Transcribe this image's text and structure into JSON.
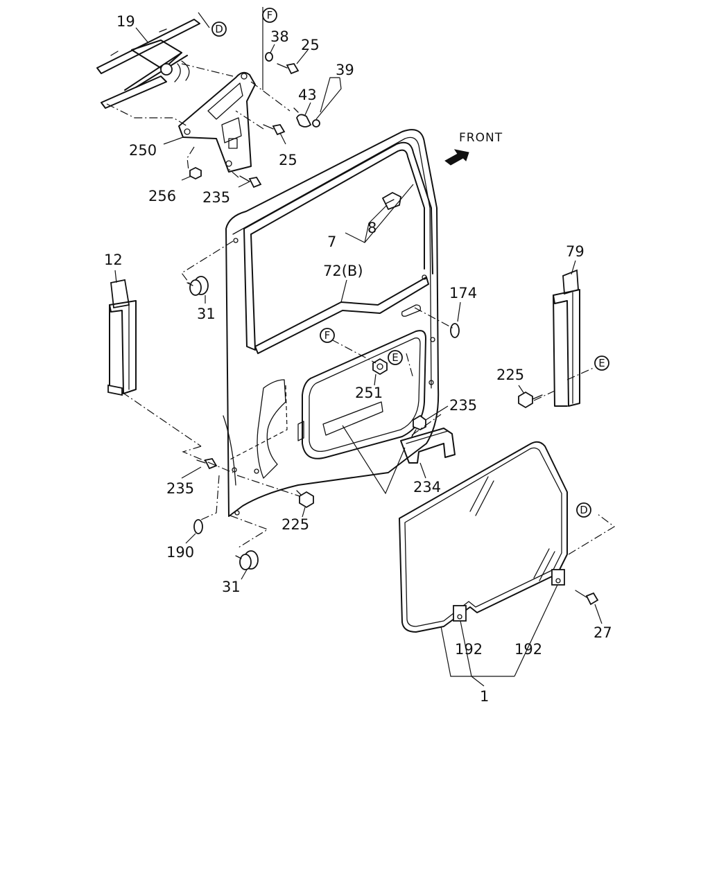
{
  "front_label": "FRONT",
  "callouts": {
    "c19": "19",
    "c38": "38",
    "c25a": "25",
    "c39": "39",
    "c43": "43",
    "c250": "250",
    "c25b": "25",
    "c256": "256",
    "c235a": "235",
    "c7": "7",
    "c8": "8",
    "c12": "12",
    "c72b": "72(B)",
    "c174": "174",
    "c79": "79",
    "c31a": "31",
    "c251": "251",
    "c225a": "225",
    "c235b": "235",
    "c234": "234",
    "c235c": "235",
    "c225b": "225",
    "c190": "190",
    "c31b": "31",
    "c27": "27",
    "c192a": "192",
    "c192b": "192",
    "c1": "1"
  },
  "ref_markers": {
    "d_top": "D",
    "f_top": "F",
    "f_mid": "F",
    "e_mid": "E",
    "e_right": "E",
    "d_right": "D"
  }
}
